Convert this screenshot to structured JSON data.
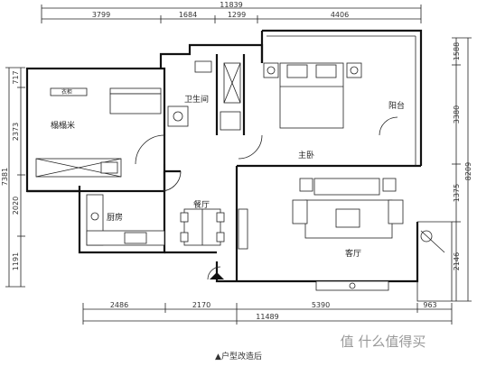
{
  "dimensions": {
    "top_total": "11839",
    "top": [
      "3799",
      "1684",
      "1299",
      "4406"
    ],
    "bottom": [
      "2486",
      "2170",
      "5390",
      "963"
    ],
    "bottom_total": "11489",
    "left_total": "7381",
    "left": [
      "717",
      "2373",
      "2020",
      "1191"
    ],
    "right_total": "8209",
    "right": [
      "1588",
      "3380",
      "1375",
      "2146"
    ]
  },
  "rooms": {
    "tatami": "榻榻米",
    "wardrobe": "衣柜",
    "bathroom": "卫生间",
    "master_bedroom": "主卧",
    "balcony": "阳台",
    "kitchen": "厨房",
    "dining": "餐厅",
    "living": "客厅"
  },
  "caption": "▲户型改造后",
  "watermark": "值 什么值得买",
  "colors": {
    "wall": "#111111",
    "dim": "#333333",
    "pattern": "#555555"
  }
}
